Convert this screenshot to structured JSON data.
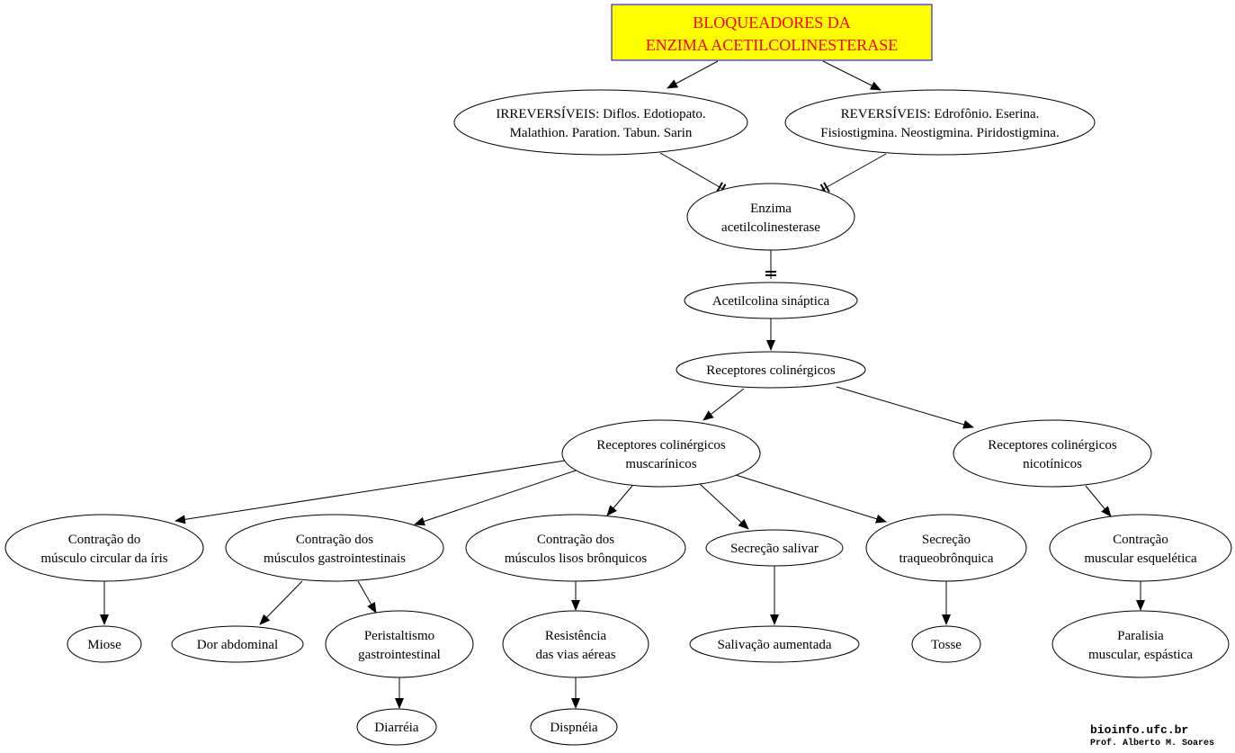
{
  "title": {
    "line1": "BLOQUEADORES DA",
    "line2": "ENZIMA ACETILCOLINESTERASE",
    "text_color": "#ff0000",
    "fill_color": "#ffff00",
    "border_color": "#0000ff"
  },
  "nodes": {
    "irreversiveis": {
      "line1": "IRREVERSÍVEIS: Diflos. Edotiopato.",
      "line2": "Malathion. Paration. Tabun. Sarin"
    },
    "reversiveis": {
      "line1": "REVERSÍVEIS: Edrofônio. Eserina.",
      "line2": "Fisiostigmina. Neostigmina. Piridostigmina."
    },
    "enzima": {
      "line1": "Enzima",
      "line2": "acetilcolinesterase"
    },
    "acetilcolina": {
      "line1": "Acetilcolina sináptica"
    },
    "receptores": {
      "line1": "Receptores colinérgicos"
    },
    "muscarinicos": {
      "line1": "Receptores colinérgicos",
      "line2": "muscarínicos"
    },
    "nicotinicos": {
      "line1": "Receptores colinérgicos",
      "line2": "nicotínicos"
    },
    "iris": {
      "line1": "Contração do",
      "line2": "músculo circular da íris"
    },
    "gastro": {
      "line1": "Contração dos",
      "line2": "músculos gastrointestinais"
    },
    "bronquicos": {
      "line1": "Contração dos",
      "line2": "músculos lisos brônquicos"
    },
    "salivar": {
      "line1": "Secreção salivar"
    },
    "traqueo": {
      "line1": "Secreção",
      "line2": "traqueobrônquica"
    },
    "esqueletica": {
      "line1": "Contração",
      "line2": "muscular esquelética"
    },
    "miose": {
      "line1": "Miose"
    },
    "dor": {
      "line1": "Dor abdominal"
    },
    "peristaltismo": {
      "line1": "Peristaltismo",
      "line2": "gastrointestinal"
    },
    "resistencia": {
      "line1": "Resistência",
      "line2": "das vias aéreas"
    },
    "salivacao": {
      "line1": "Salivação aumentada"
    },
    "tosse": {
      "line1": "Tosse"
    },
    "paralisia": {
      "line1": "Paralisia",
      "line2": "muscular, espástica"
    },
    "diarreia": {
      "line1": "Diarréia"
    },
    "dispneia": {
      "line1": "Dispnéia"
    }
  },
  "edges": [
    {
      "from": "title",
      "to": "irreversiveis",
      "kind": "arrow"
    },
    {
      "from": "title",
      "to": "reversiveis",
      "kind": "arrow"
    },
    {
      "from": "irreversiveis",
      "to": "enzima",
      "kind": "tee"
    },
    {
      "from": "reversiveis",
      "to": "enzima",
      "kind": "tee"
    },
    {
      "from": "enzima",
      "to": "acetilcolina",
      "kind": "tee"
    },
    {
      "from": "acetilcolina",
      "to": "receptores",
      "kind": "arrow"
    },
    {
      "from": "receptores",
      "to": "muscarinicos",
      "kind": "arrow"
    },
    {
      "from": "receptores",
      "to": "nicotinicos",
      "kind": "arrow"
    },
    {
      "from": "muscarinicos",
      "to": "iris",
      "kind": "arrow"
    },
    {
      "from": "muscarinicos",
      "to": "gastro",
      "kind": "arrow"
    },
    {
      "from": "muscarinicos",
      "to": "bronquicos",
      "kind": "arrow"
    },
    {
      "from": "muscarinicos",
      "to": "salivar",
      "kind": "arrow"
    },
    {
      "from": "muscarinicos",
      "to": "traqueo",
      "kind": "arrow"
    },
    {
      "from": "nicotinicos",
      "to": "esqueletica",
      "kind": "arrow"
    },
    {
      "from": "iris",
      "to": "miose",
      "kind": "arrow"
    },
    {
      "from": "gastro",
      "to": "dor",
      "kind": "arrow"
    },
    {
      "from": "gastro",
      "to": "peristaltismo",
      "kind": "arrow"
    },
    {
      "from": "bronquicos",
      "to": "resistencia",
      "kind": "arrow"
    },
    {
      "from": "salivar",
      "to": "salivacao",
      "kind": "arrow"
    },
    {
      "from": "traqueo",
      "to": "tosse",
      "kind": "arrow"
    },
    {
      "from": "esqueletica",
      "to": "paralisia",
      "kind": "arrow"
    },
    {
      "from": "peristaltismo",
      "to": "diarreia",
      "kind": "arrow"
    },
    {
      "from": "resistencia",
      "to": "dispneia",
      "kind": "arrow"
    }
  ],
  "credits": {
    "site": "bioinfo.ufc.br",
    "author": "Prof. Alberto M. Soares"
  }
}
